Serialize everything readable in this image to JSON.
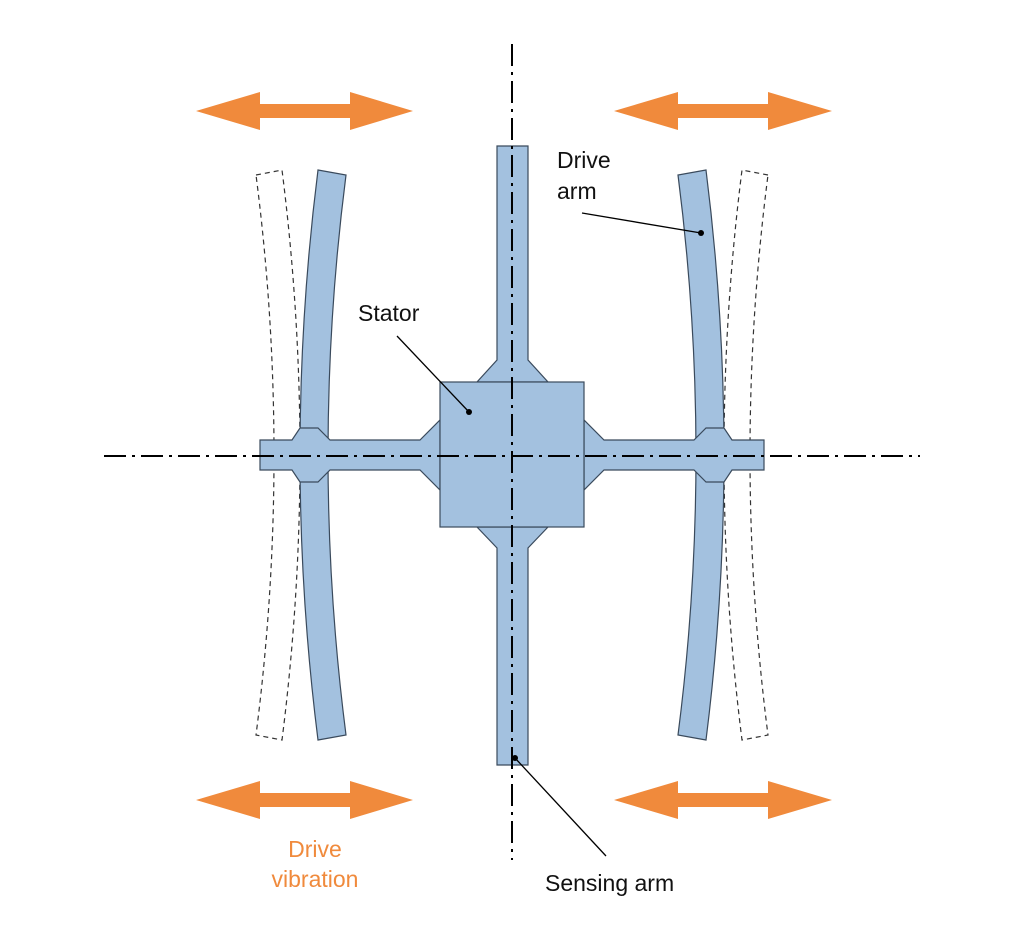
{
  "labels": {
    "drive_arm": "Drive\narm",
    "stator": "Stator",
    "sensing_arm": "Sensing arm",
    "drive_vibration_line1": "Drive",
    "drive_vibration_line2": "vibration"
  },
  "colors": {
    "body_fill": "#a3c1df",
    "outline": "#3a4a5c",
    "arrow": "#f08a3c",
    "text": "#111111",
    "caption": "#f08a3c",
    "axis": "#000000"
  },
  "icons": {
    "arrow": "double-headed-horizontal-arrow"
  }
}
